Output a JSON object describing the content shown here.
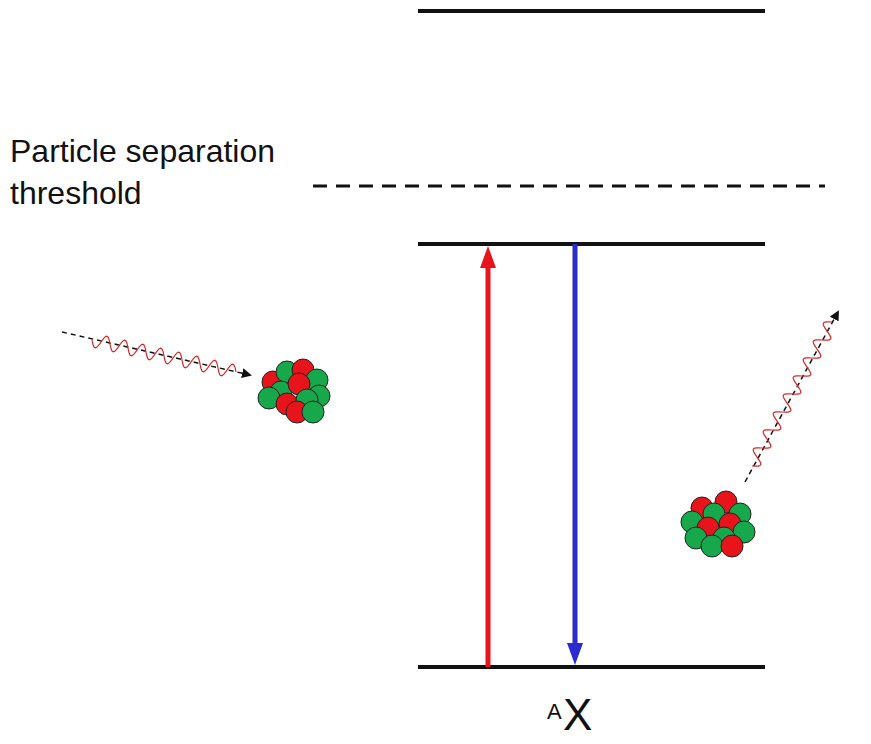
{
  "diagram": {
    "labels": [
      "Particle separation threshold",
      "A",
      "X"
    ]
  }
}
